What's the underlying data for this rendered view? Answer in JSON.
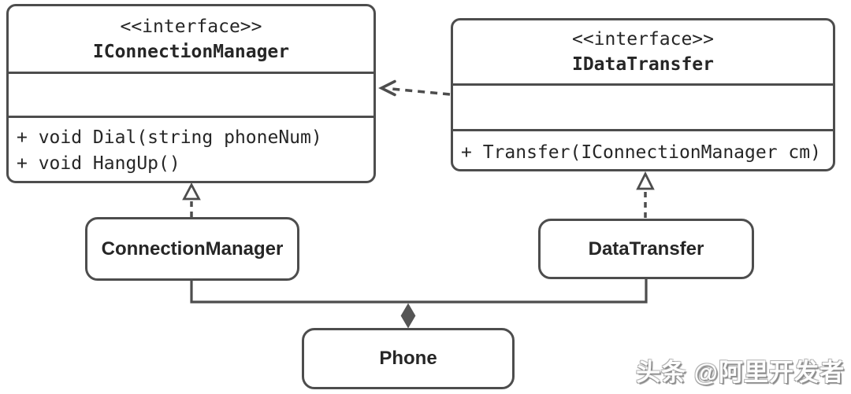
{
  "diagram": {
    "type": "uml-class-diagram",
    "colors": {
      "line": "#4d4d4d",
      "text": "#262626",
      "background": "#ffffff",
      "composition_diamond": "#555555"
    },
    "interfaces": [
      {
        "stereotype": "<<interface>>",
        "name": "IConnectionManager",
        "fields": [],
        "methods": [
          "+ void Dial(string phoneNum)",
          "+ void HangUp()"
        ]
      },
      {
        "stereotype": "<<interface>>",
        "name": "IDataTransfer",
        "fields": [],
        "methods": [
          "+ Transfer(IConnectionManager cm)"
        ]
      }
    ],
    "classes": [
      {
        "name": "ConnectionManager"
      },
      {
        "name": "DataTransfer"
      },
      {
        "name": "Phone"
      }
    ],
    "relationships": [
      {
        "type": "dependency",
        "from": "IDataTransfer",
        "to": "IConnectionManager",
        "style": "dashed-open-arrow"
      },
      {
        "type": "realization",
        "from": "ConnectionManager",
        "to": "IConnectionManager",
        "style": "dashed-hollow-triangle"
      },
      {
        "type": "realization",
        "from": "DataTransfer",
        "to": "IDataTransfer",
        "style": "dashed-hollow-triangle"
      },
      {
        "type": "composition",
        "whole": "Phone",
        "parts": [
          "ConnectionManager",
          "DataTransfer"
        ],
        "style": "solid-filled-diamond"
      }
    ]
  },
  "watermark": {
    "text": "头条 @阿里开发者"
  }
}
